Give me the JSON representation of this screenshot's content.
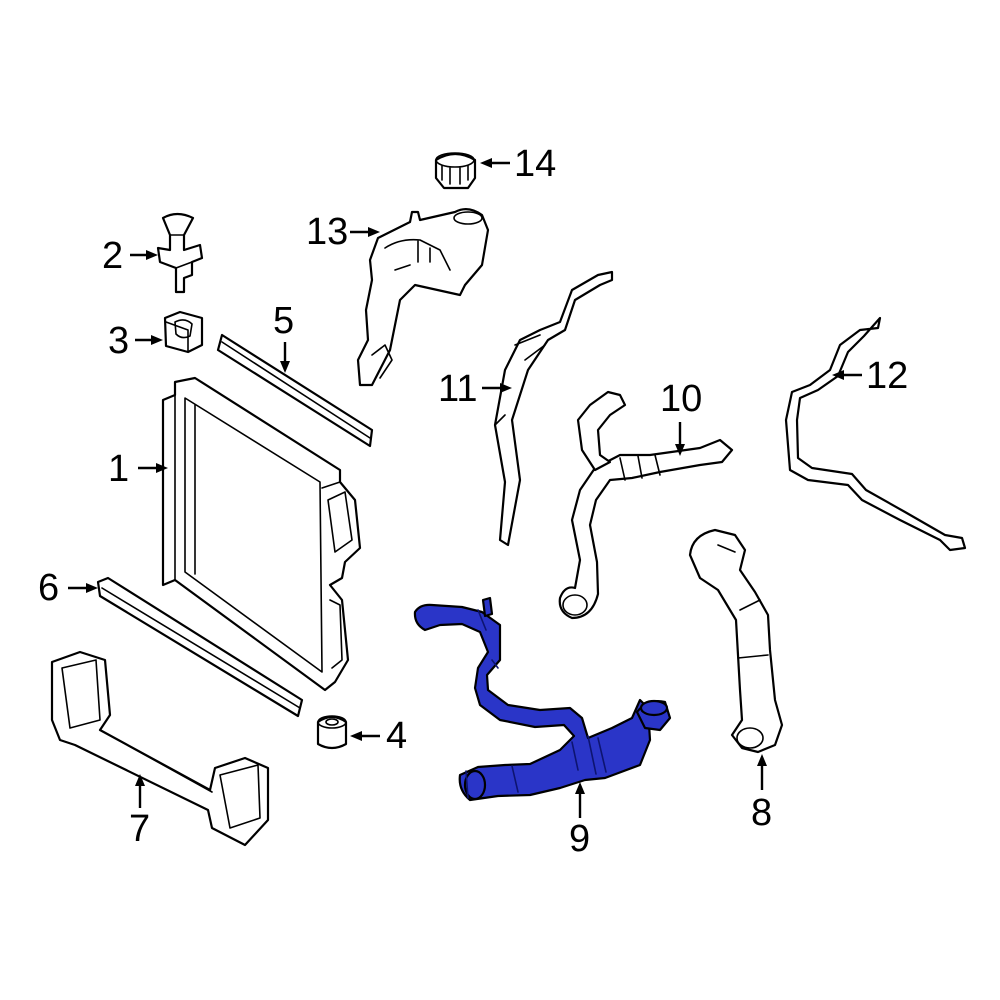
{
  "colors": {
    "highlight": "#2a35c8",
    "line": "#000000",
    "background": "#ffffff"
  },
  "highlighted_part": "9",
  "callouts": [
    {
      "id": "c1",
      "label": "1"
    },
    {
      "id": "c2",
      "label": "2"
    },
    {
      "id": "c3",
      "label": "3"
    },
    {
      "id": "c4",
      "label": "4"
    },
    {
      "id": "c5",
      "label": "5"
    },
    {
      "id": "c6",
      "label": "6"
    },
    {
      "id": "c7",
      "label": "7"
    },
    {
      "id": "c8",
      "label": "8"
    },
    {
      "id": "c9",
      "label": "9"
    },
    {
      "id": "c10",
      "label": "10"
    },
    {
      "id": "c11",
      "label": "11"
    },
    {
      "id": "c12",
      "label": "12"
    },
    {
      "id": "c13",
      "label": "13"
    },
    {
      "id": "c14",
      "label": "14"
    }
  ]
}
